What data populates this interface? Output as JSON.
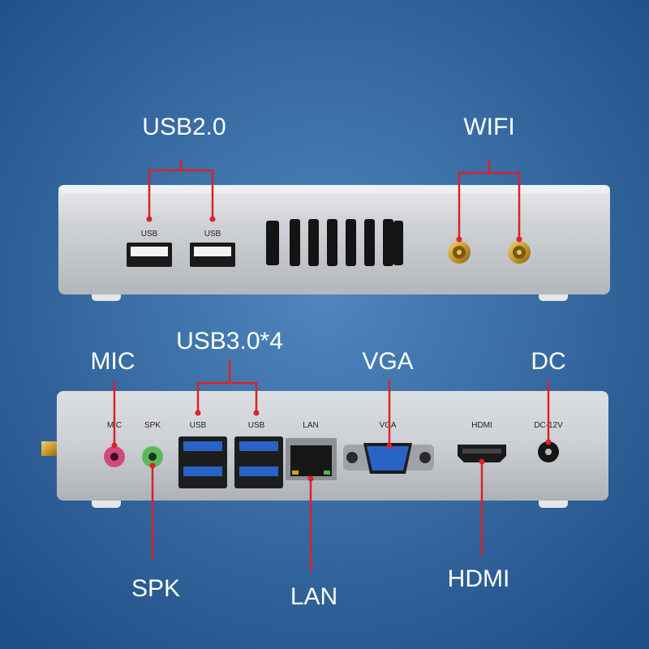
{
  "colors": {
    "background_light": "#4f86bd",
    "background_dark": "#1f4f86",
    "chassis": "#c9cdd1",
    "callout": "#d8232a",
    "port_blue": "#2a63c6",
    "mic_pink": "#d04a7b",
    "spk_green": "#5cb85c",
    "gold": "#c99a2e"
  },
  "top_panel": {
    "callouts": {
      "usb2": "USB2.0",
      "wifi": "WIFI"
    },
    "port_labels": [
      "USB",
      "USB"
    ]
  },
  "bottom_panel": {
    "callouts": {
      "usb3": "USB3.0*4",
      "mic": "MIC",
      "vga": "VGA",
      "dc": "DC",
      "spk": "SPK",
      "lan": "LAN",
      "hdmi": "HDMI"
    },
    "port_labels": {
      "mic": "MIC",
      "spk": "SPK",
      "usb_a": "USB",
      "usb_b": "USB",
      "lan": "LAN",
      "vga": "VGA",
      "hdmi": "HDMI",
      "dc": "DC-12V"
    }
  },
  "icons": {
    "usb_port": "usb-a-port-icon",
    "wifi_connector": "sma-antenna-connector-icon",
    "vent": "vent-grille-icon",
    "lan_port": "rj45-port-icon",
    "vga_port": "vga-port-icon",
    "hdmi_port": "hdmi-port-icon",
    "dc_jack": "dc-jack-icon",
    "audio_jack": "audio-jack-icon"
  }
}
